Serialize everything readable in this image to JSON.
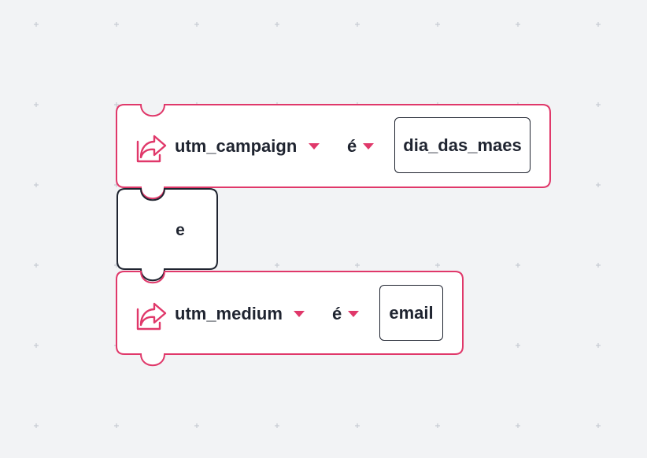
{
  "canvas": {
    "background": "#f2f3f5",
    "grid_dot_color": "#c7cbd3"
  },
  "colors": {
    "accent": "#e0386a",
    "outline": "#1f2430",
    "block_fill": "#ffffff"
  },
  "condition_1": {
    "icon": "share-arrow-icon",
    "field": "utm_campaign",
    "operator": "é",
    "value": "dia_das_maes"
  },
  "connector": {
    "label": "e"
  },
  "condition_2": {
    "icon": "share-arrow-icon",
    "field": "utm_medium",
    "operator": "é",
    "value": "email"
  }
}
